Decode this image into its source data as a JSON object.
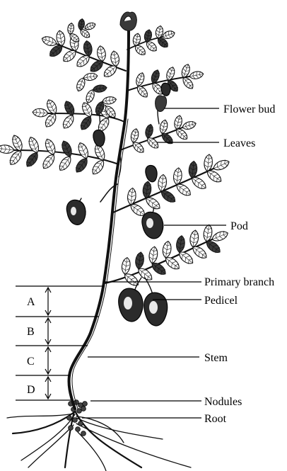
{
  "figure": {
    "labels": {
      "flower_bud": "Flower bud",
      "leaves": "Leaves",
      "pod": "Pod",
      "primary_branch": "Primary branch",
      "pedicel": "Pedicel",
      "stem": "Stem",
      "nodules": "Nodules",
      "root": "Root"
    },
    "segments": [
      "A",
      "B",
      "C",
      "D"
    ]
  }
}
